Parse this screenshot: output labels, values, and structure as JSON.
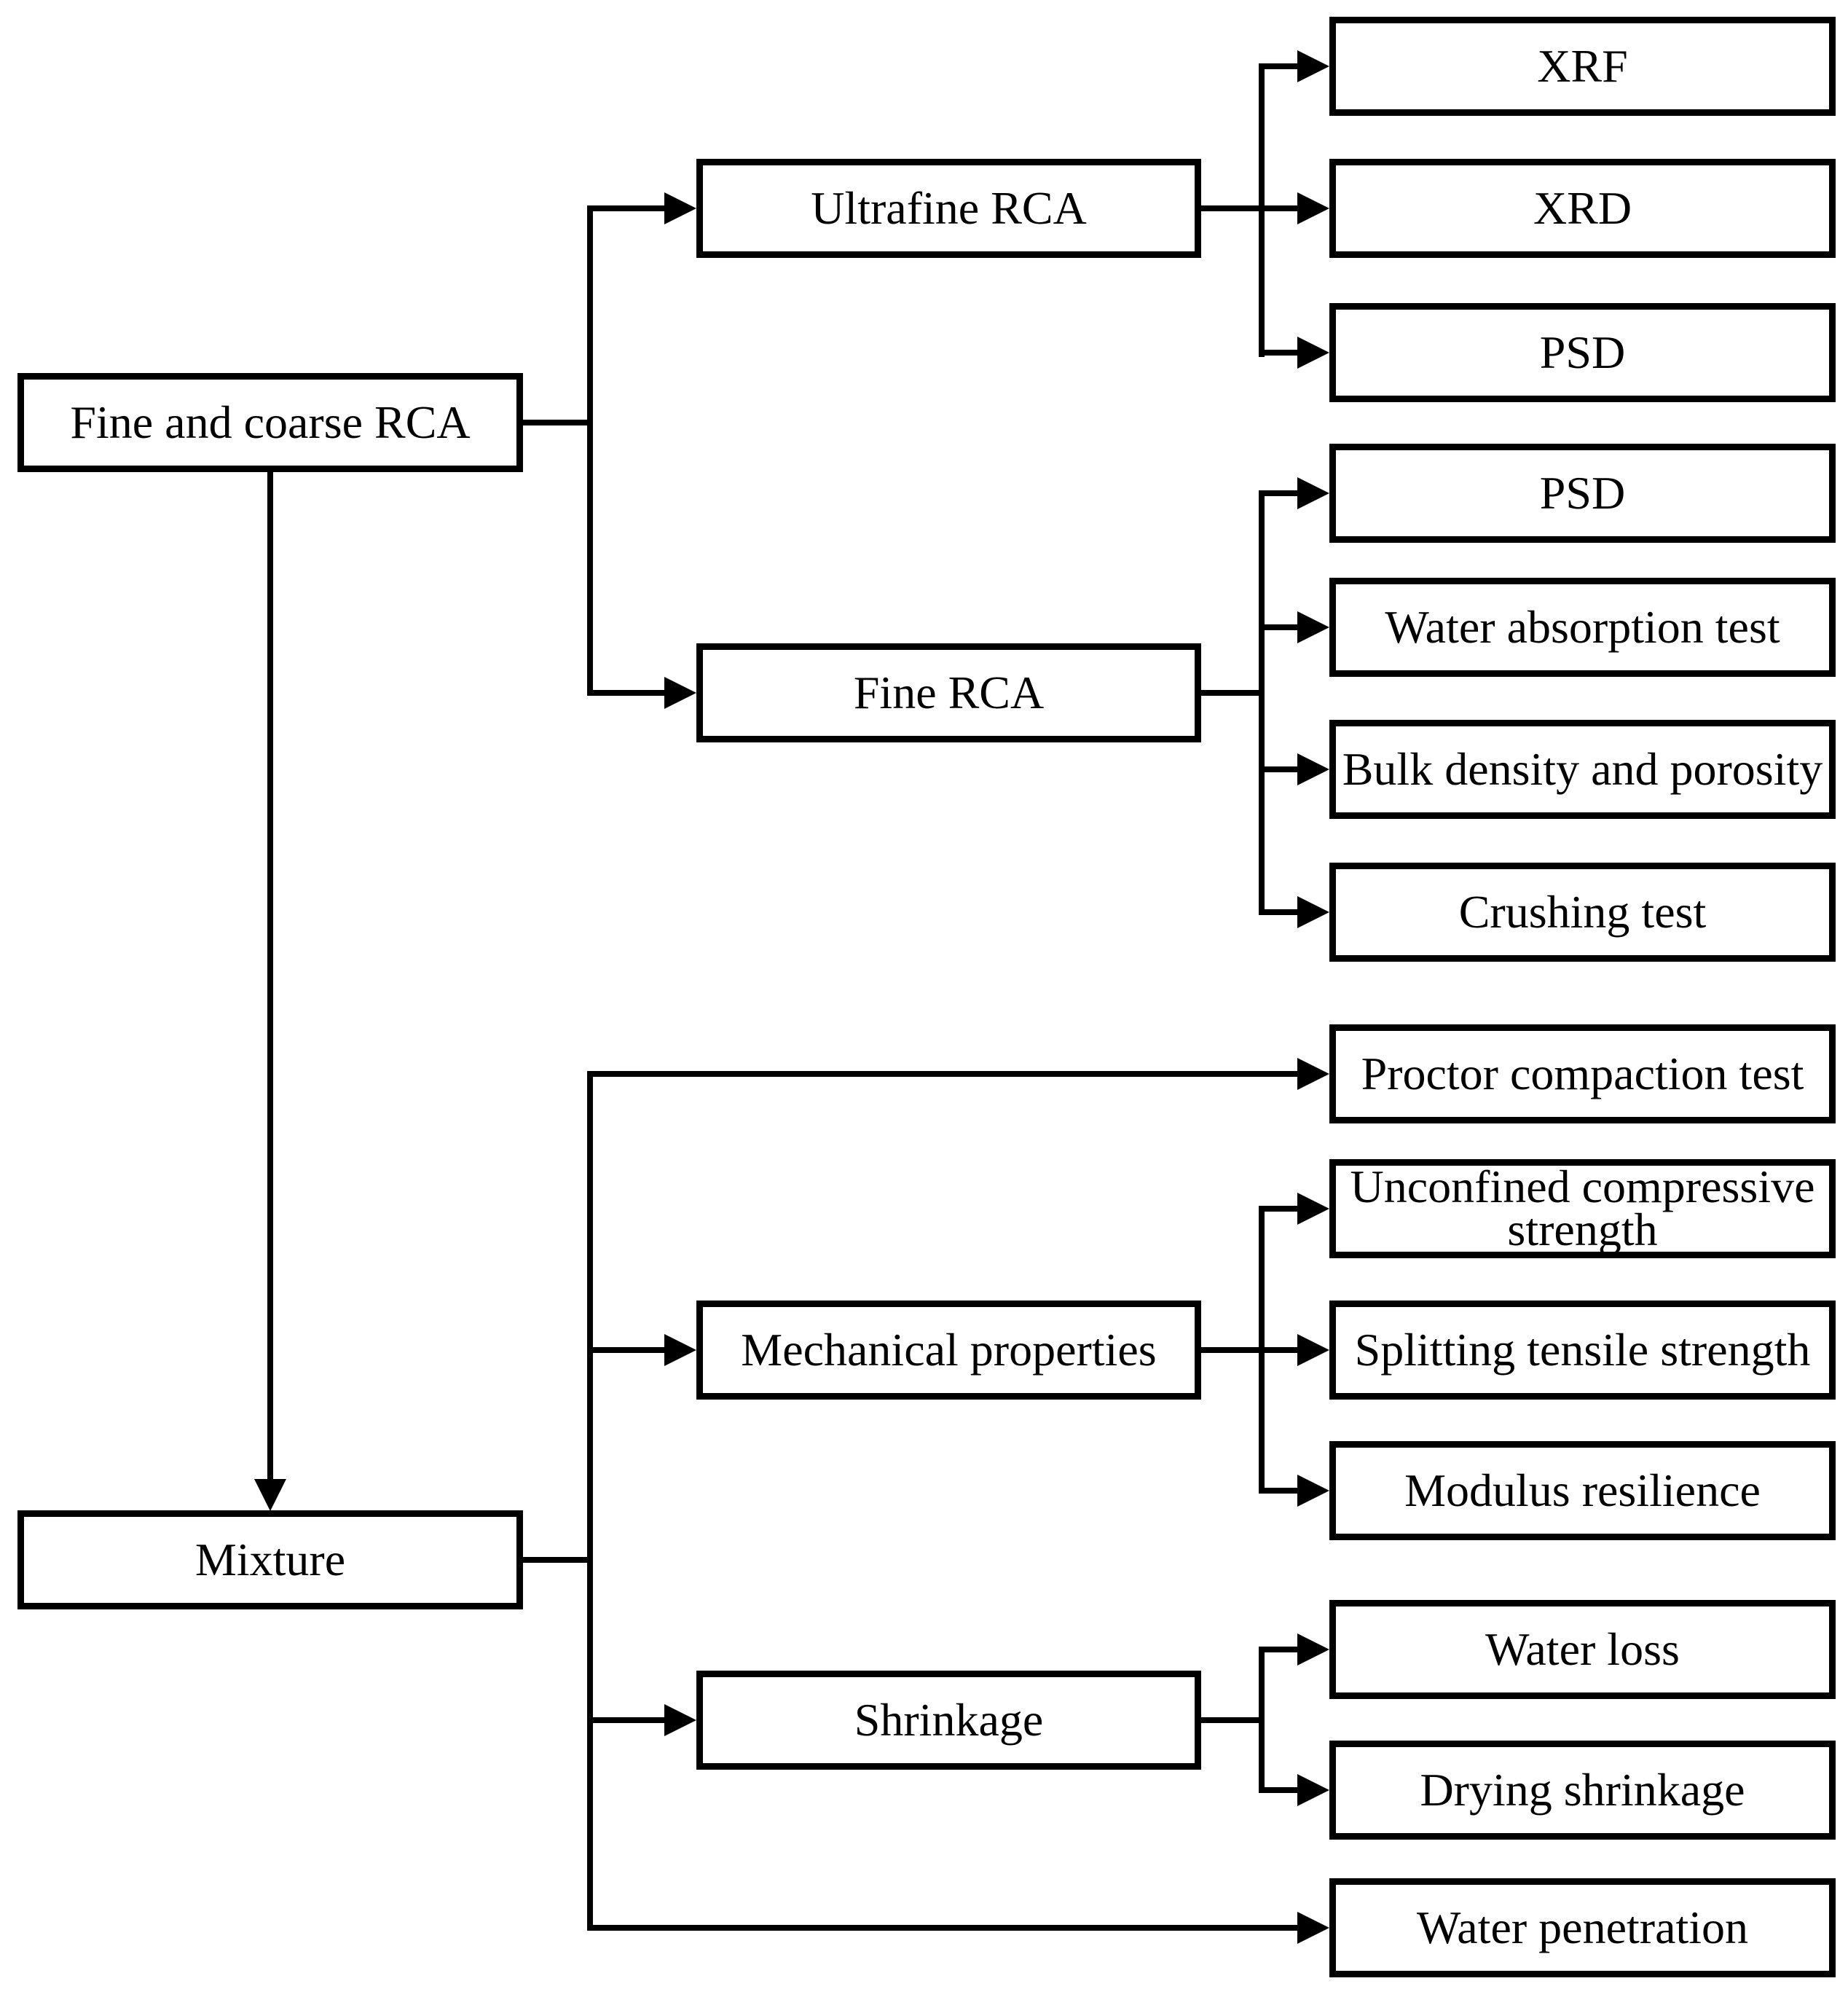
{
  "colors": {
    "line": "#000000",
    "box_border": "#000000",
    "box_fill": "#ffffff",
    "background": "#ffffff",
    "text": "#000000"
  },
  "diagram": {
    "type": "flowchart-tree",
    "nodes": {
      "root": {
        "label": "Fine and coarse RCA"
      },
      "ultrafine": {
        "label": "Ultrafine RCA"
      },
      "fine": {
        "label": "Fine RCA"
      },
      "mixture": {
        "label": "Mixture"
      },
      "xrf": {
        "label": "XRF"
      },
      "xrd": {
        "label": "XRD"
      },
      "psd1": {
        "label": "PSD"
      },
      "psd2": {
        "label": "PSD"
      },
      "water_absorption": {
        "label": "Water absorption test"
      },
      "bulk_density": {
        "label": "Bulk density and porosity"
      },
      "crushing": {
        "label": "Crushing test"
      },
      "proctor": {
        "label": "Proctor compaction test"
      },
      "mechanical": {
        "label": "Mechanical properties"
      },
      "ucs": {
        "label": "Unconfined compressive strength"
      },
      "splitting": {
        "label": "Splitting tensile strength"
      },
      "modulus": {
        "label": "Modulus resilience"
      },
      "shrinkage": {
        "label": "Shrinkage"
      },
      "water_loss": {
        "label": "Water loss"
      },
      "drying_shrinkage": {
        "label": "Drying shrinkage"
      },
      "water_penetration": {
        "label": "Water penetration"
      }
    },
    "edges": [
      {
        "from": "root",
        "to": "ultrafine"
      },
      {
        "from": "root",
        "to": "fine"
      },
      {
        "from": "root",
        "to": "mixture"
      },
      {
        "from": "ultrafine",
        "to": "xrf"
      },
      {
        "from": "ultrafine",
        "to": "xrd"
      },
      {
        "from": "ultrafine",
        "to": "psd1"
      },
      {
        "from": "fine",
        "to": "psd2"
      },
      {
        "from": "fine",
        "to": "water_absorption"
      },
      {
        "from": "fine",
        "to": "bulk_density"
      },
      {
        "from": "fine",
        "to": "crushing"
      },
      {
        "from": "mixture",
        "to": "proctor"
      },
      {
        "from": "mixture",
        "to": "mechanical"
      },
      {
        "from": "mixture",
        "to": "shrinkage"
      },
      {
        "from": "mixture",
        "to": "water_penetration"
      },
      {
        "from": "mechanical",
        "to": "ucs"
      },
      {
        "from": "mechanical",
        "to": "splitting"
      },
      {
        "from": "mechanical",
        "to": "modulus"
      },
      {
        "from": "shrinkage",
        "to": "water_loss"
      },
      {
        "from": "shrinkage",
        "to": "drying_shrinkage"
      }
    ]
  }
}
